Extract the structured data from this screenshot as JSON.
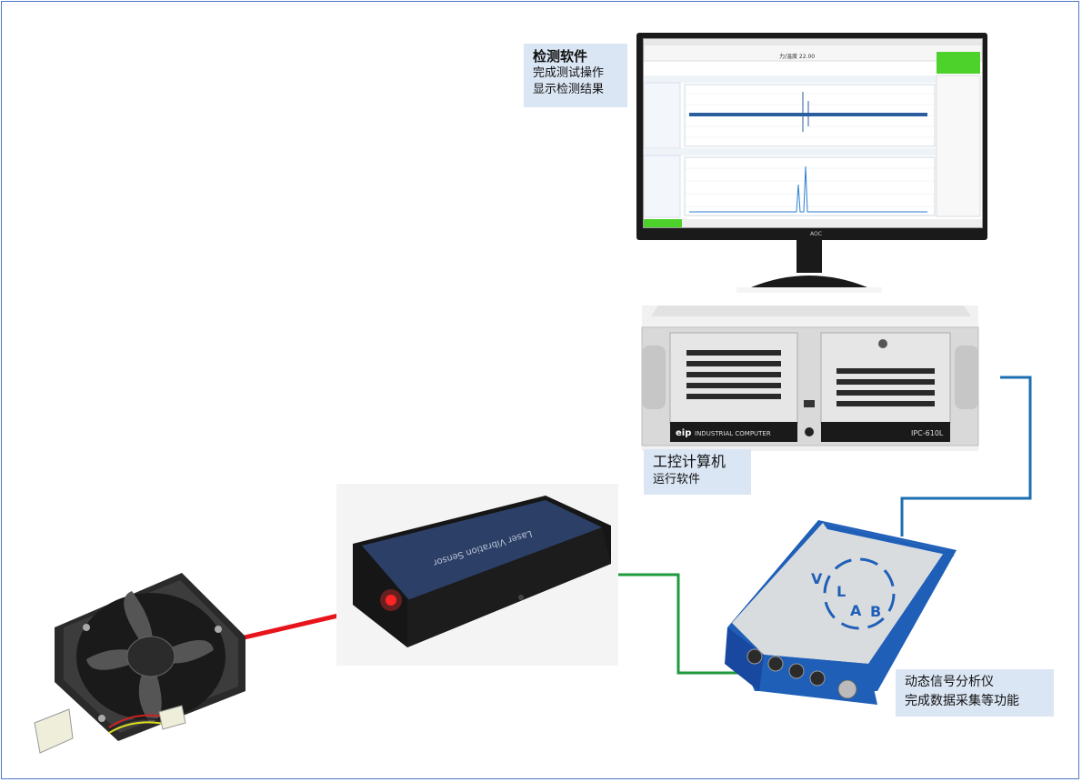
{
  "labels": {
    "software": {
      "title": "检测软件",
      "line1": "完成测试操作",
      "line2": "显示检测结果"
    },
    "ipc": {
      "title": "工控计算机",
      "sub": "运行软件"
    },
    "analyzer": {
      "line1": "动态信号分析仪",
      "line2": "完成数据采集等功能"
    }
  },
  "devices": {
    "ipc_brand": "eip",
    "ipc_caption": "INDUSTRIAL COMPUTER",
    "ipc_model": "IPC-610L",
    "sensor_text": "Laser Vibration Sensor",
    "analyzer_logo": [
      "V",
      "L",
      "A",
      "B"
    ],
    "monitor_brand": "AOC",
    "screen_readout": "力/温度 22.00"
  },
  "colors": {
    "laser": "#e8141c",
    "green_link": "#1f9a3c",
    "blue_link": "#1c6fb0",
    "label_bg": "#dbe6f4",
    "border": "#4a78c8"
  }
}
